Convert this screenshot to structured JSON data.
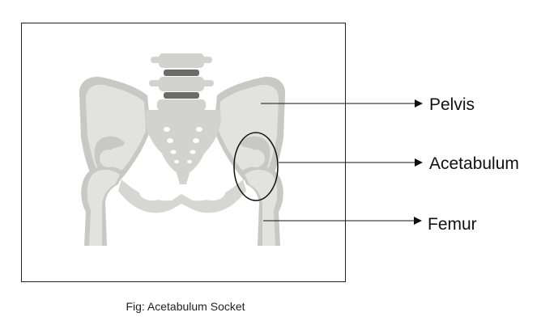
{
  "labels": {
    "pelvis": "Pelvis",
    "acetabulum": "Acetabulum",
    "femur": "Femur"
  },
  "caption": "Fig: Acetabulum Socket",
  "colors": {
    "bone_light": "#e2e2e0",
    "bone_shadow": "#c8c8c6",
    "disc_dark": "#6b6b69",
    "line": "#111111"
  }
}
